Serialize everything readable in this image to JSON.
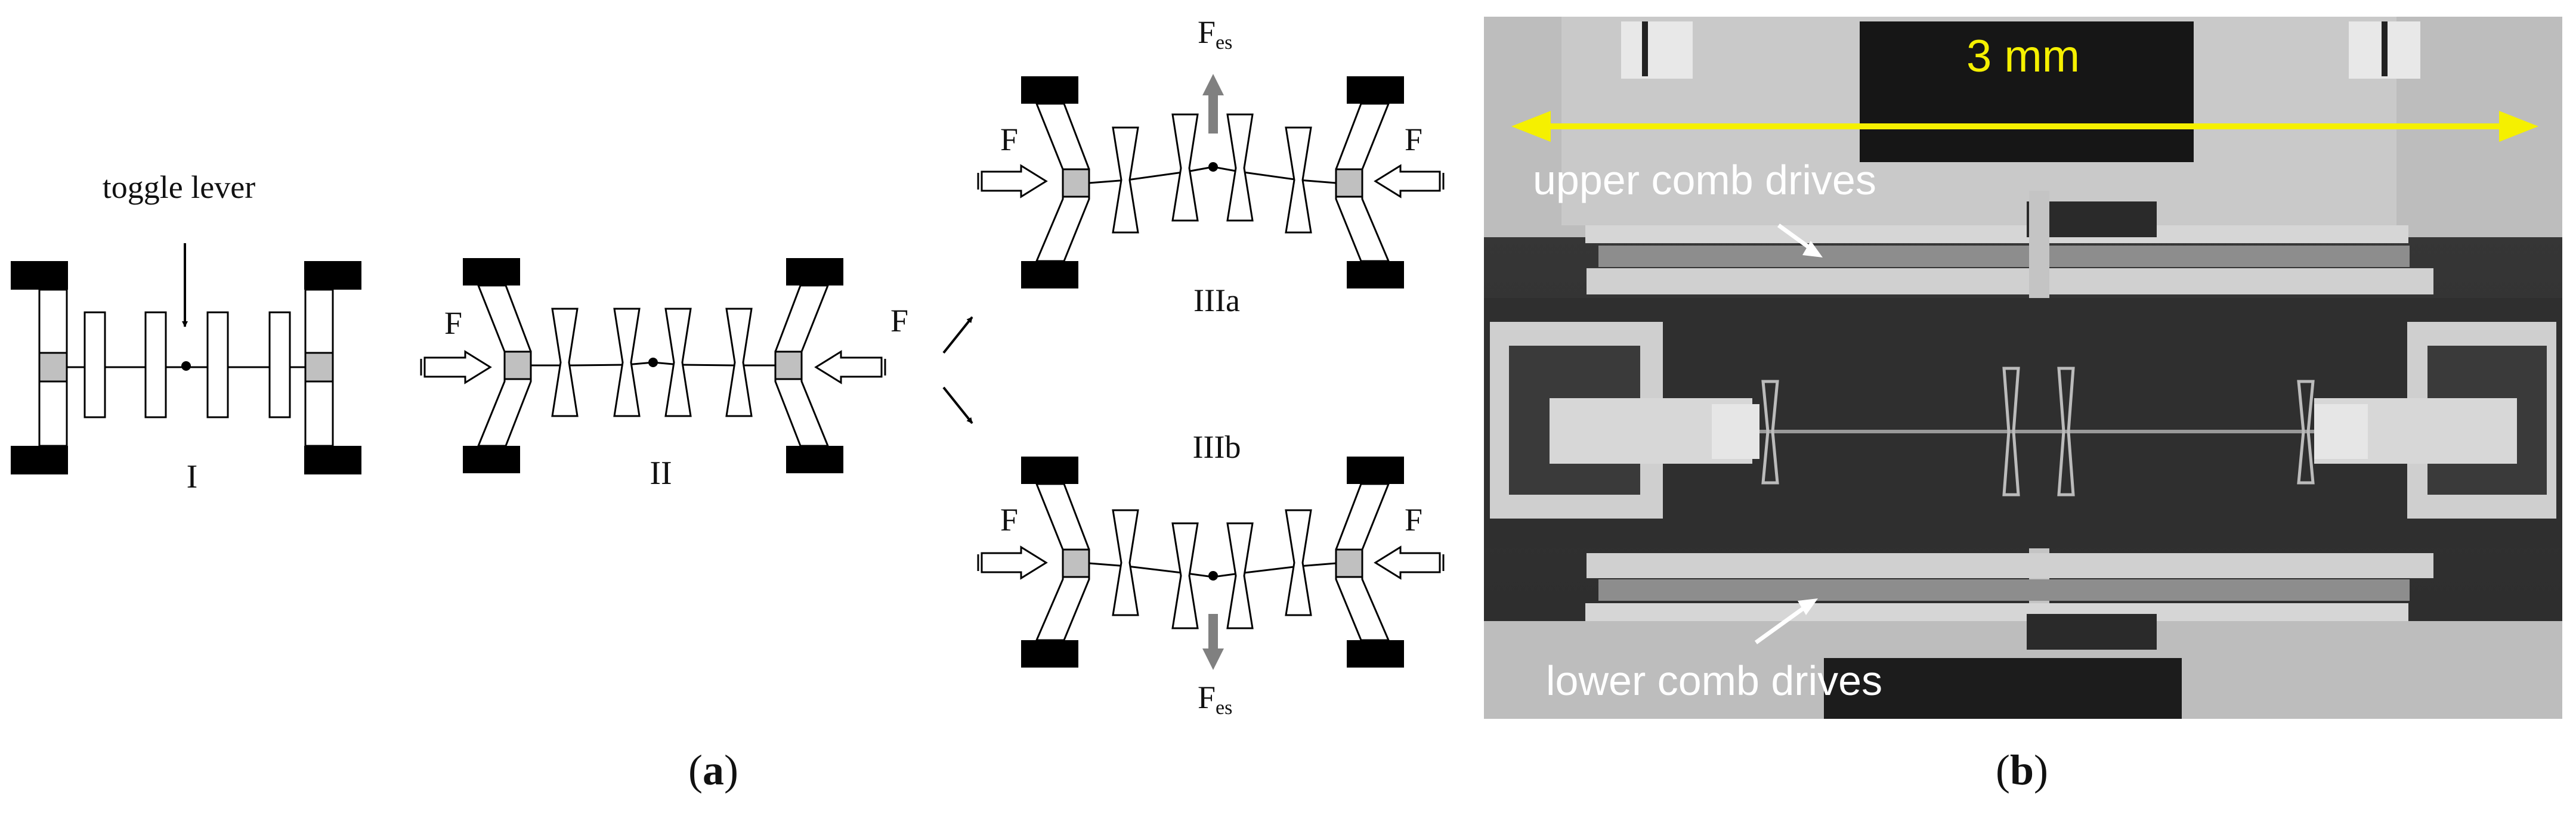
{
  "panel_a": {
    "toggle_label": "toggle lever",
    "stage_I": "I",
    "stage_II": "II",
    "stage_IIIa": "IIIa",
    "stage_IIIb": "IIIb",
    "force": "F",
    "force_es_main": "F",
    "force_es_sub": "es",
    "caption_open": "(",
    "caption_letter": "a",
    "caption_close": ")"
  },
  "panel_b": {
    "scale_label": "3 mm",
    "upper_label": "upper comb drives",
    "lower_label": "lower comb drives",
    "caption_open": "(",
    "caption_letter": "b",
    "caption_close": ")"
  },
  "colors": {
    "anchor": "#000000",
    "shuttle": "#c0c0c0",
    "es_arrow": "#808080",
    "scale_bar": "#f5f000",
    "photo_text": "#ffffff"
  }
}
